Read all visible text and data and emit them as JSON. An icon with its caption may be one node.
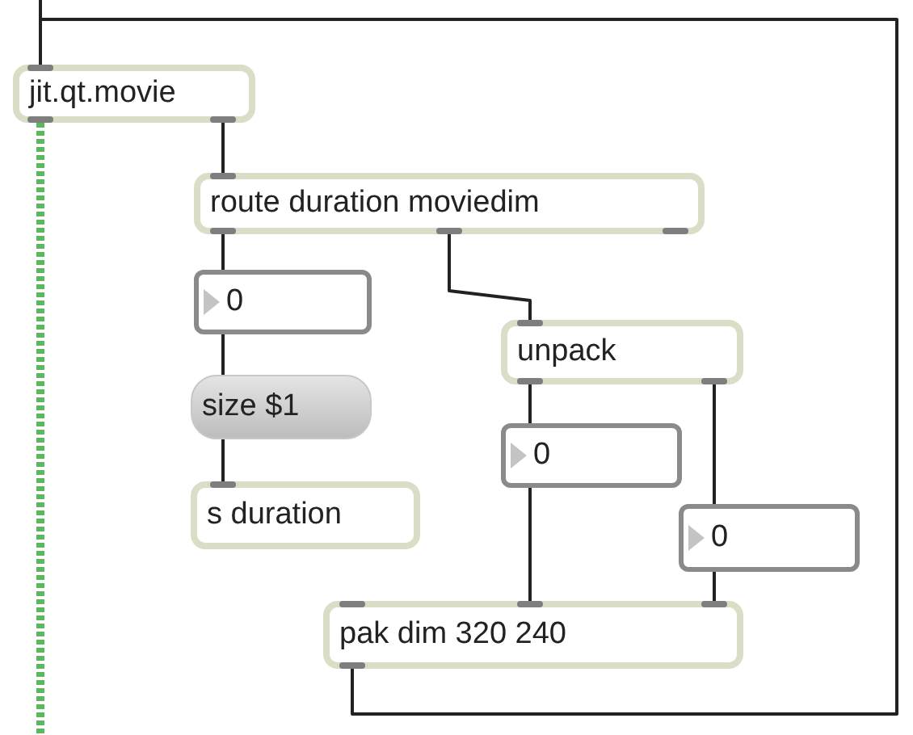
{
  "diagram": {
    "nodes": [
      {
        "text": [
          "jit.qt.movie"
        ]
      },
      {
        "text": [
          "route duration moviedim"
        ]
      },
      {
        "text": [
          "0"
        ]
      },
      {
        "text": [
          "unpack"
        ]
      },
      {
        "text": [
          "size $1"
        ]
      },
      {
        "text": [
          "0"
        ]
      },
      {
        "text": [
          "s duration"
        ]
      },
      {
        "text": [
          "0"
        ]
      },
      {
        "text": [
          "pak dim 320 240"
        ]
      }
    ],
    "edges": [
      {
        "from": 0,
        "to": 1,
        "arrow": "none"
      },
      {
        "from": 1,
        "to": 2,
        "arrow": "none"
      },
      {
        "from": 2,
        "to": 4,
        "arrow": "none"
      },
      {
        "from": 4,
        "to": 6,
        "arrow": "none"
      },
      {
        "from": 1,
        "to": 3,
        "arrow": "none"
      },
      {
        "from": 3,
        "to": 5,
        "arrow": "none"
      },
      {
        "from": 5,
        "to": 8,
        "arrow": "none"
      },
      {
        "from": 3,
        "to": 7,
        "arrow": "none"
      },
      {
        "from": 7,
        "to": 8,
        "arrow": "none"
      },
      {
        "from": 8,
        "to": 0,
        "arrow": "none"
      },
      {
        "from": null,
        "to": 0,
        "arrow": "none"
      },
      {
        "from": 0,
        "to": null,
        "arrow": "none",
        "style": "dashed",
        "color": "#5cb85c"
      }
    ]
  }
}
